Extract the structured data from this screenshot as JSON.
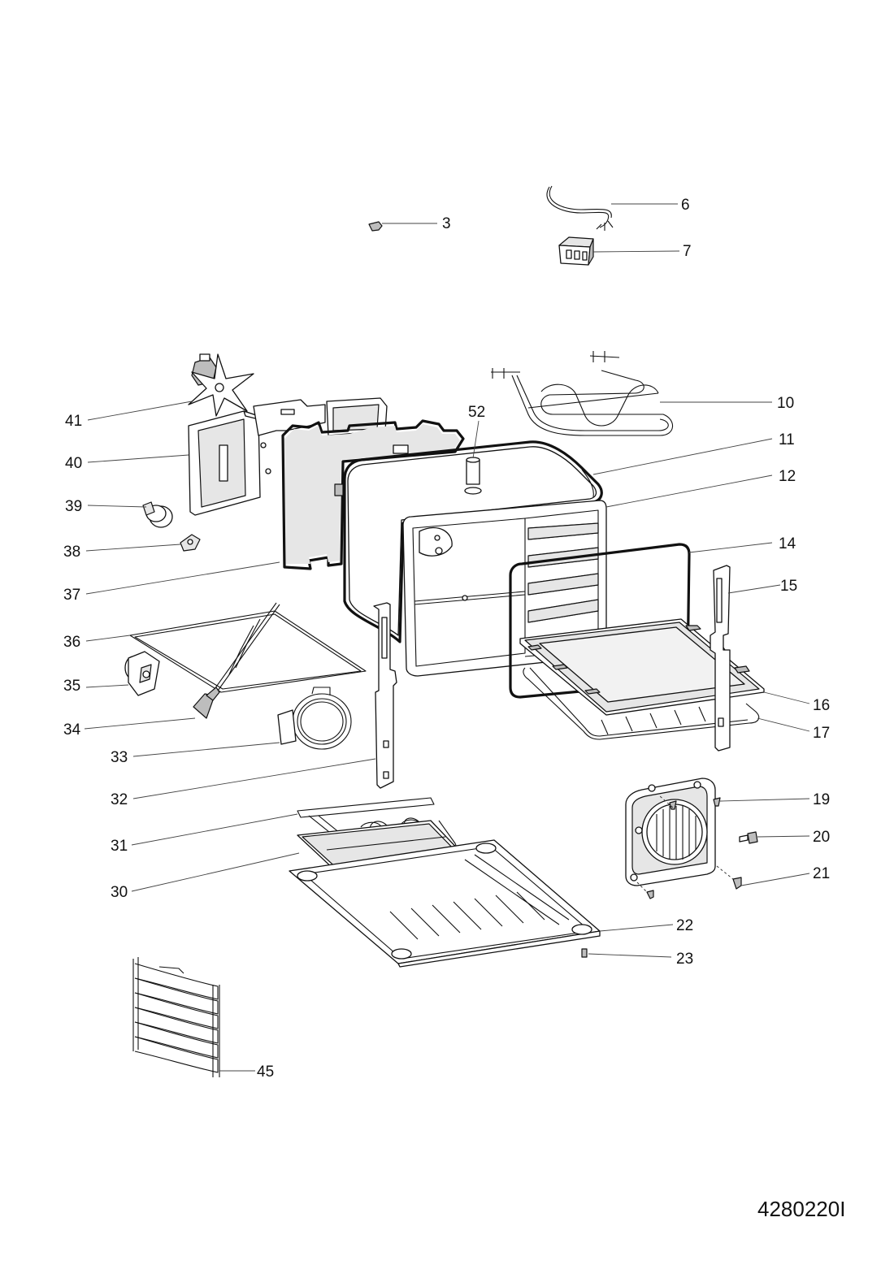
{
  "document_code": "4280220I",
  "callouts": [
    {
      "id": "3",
      "text": "3"
    },
    {
      "id": "6",
      "text": "6"
    },
    {
      "id": "7",
      "text": "7"
    },
    {
      "id": "10",
      "text": "10"
    },
    {
      "id": "11",
      "text": "11"
    },
    {
      "id": "12",
      "text": "12"
    },
    {
      "id": "14",
      "text": "14"
    },
    {
      "id": "15",
      "text": "15"
    },
    {
      "id": "16",
      "text": "16"
    },
    {
      "id": "17",
      "text": "17"
    },
    {
      "id": "19",
      "text": "19"
    },
    {
      "id": "20",
      "text": "20"
    },
    {
      "id": "21",
      "text": "21"
    },
    {
      "id": "22",
      "text": "22"
    },
    {
      "id": "23",
      "text": "23"
    },
    {
      "id": "30",
      "text": "30"
    },
    {
      "id": "31",
      "text": "31"
    },
    {
      "id": "32",
      "text": "32"
    },
    {
      "id": "33",
      "text": "33"
    },
    {
      "id": "34",
      "text": "34"
    },
    {
      "id": "35",
      "text": "35"
    },
    {
      "id": "36",
      "text": "36"
    },
    {
      "id": "37",
      "text": "37"
    },
    {
      "id": "38",
      "text": "38"
    },
    {
      "id": "39",
      "text": "39"
    },
    {
      "id": "40",
      "text": "40"
    },
    {
      "id": "41",
      "text": "41"
    },
    {
      "id": "45",
      "text": "45"
    },
    {
      "id": "52",
      "text": "52"
    }
  ]
}
